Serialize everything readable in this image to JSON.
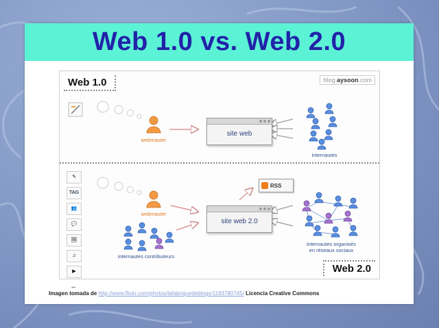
{
  "slide": {
    "title": "Web 1.0 vs. Web 2.0"
  },
  "diagram": {
    "brand_prefix": "blog.",
    "brand_name": "aysoon",
    "brand_suffix": ".com",
    "top": {
      "label": "Web 1.0",
      "site_box": "site web",
      "actor_label": "webmaster",
      "audience_label": "internautes"
    },
    "bottom": {
      "label": "Web 2.0",
      "site_box": "site web 2.0",
      "actor_label": "webmaster",
      "contributors_label": "internautes contributeurs",
      "network_label_line1": "internautes organisés",
      "network_label_line2": "en réseaux sociaux",
      "rss_label": "RSS",
      "tag_label": "TAG",
      "more_label": "..."
    }
  },
  "caption": {
    "prefix": "Imagen tomada de ",
    "link_text": "http://www.flickr.com/photos/lafabriquedeblogs/1193780745/",
    "suffix": " Licencia Creative Commons"
  },
  "colors": {
    "title_bg": "#5cf2d6",
    "title_text": "#2222a8",
    "webmaster": "#f08a2c",
    "user": "#4a7fd0",
    "user_purple": "#9a5fc0"
  }
}
